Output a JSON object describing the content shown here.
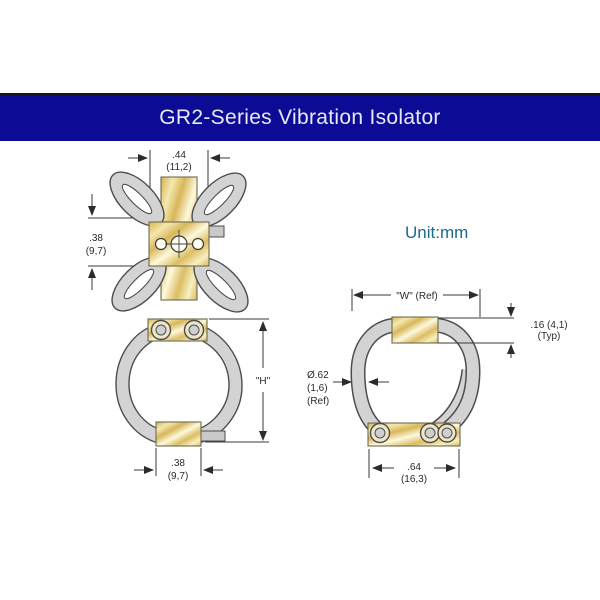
{
  "banner": {
    "title": "GR2-Series Vibration Isolator"
  },
  "drawing": {
    "unit_label": "Unit:mm",
    "top_view": {
      "width_in": ".44",
      "width_mm": "(11,2)",
      "height_in": ".38",
      "height_mm": "(9,7)"
    },
    "front_view": {
      "height_ref": "\"H\"",
      "base_in": ".38",
      "base_mm": "(9,7)"
    },
    "side_view": {
      "width_ref": "\"W\" (Ref)",
      "block_in": ".16 (4,1)",
      "block_typ": "(Typ)",
      "wire_dia": "Ø.62",
      "wire_mm": "(1,6)",
      "wire_ref": "(Ref)",
      "base_in": ".64",
      "base_mm": "(16,3)"
    }
  },
  "colors": {
    "banner_bg": "#0b0b96",
    "banner_top_line": "#161616",
    "banner_text": "#e9e9f7",
    "unit_text": "#1a6a90",
    "brass": "#e0c169",
    "brass_highlight": "#fdf8d8",
    "wire_gray": "#d3d3d3",
    "outline_gray": "#4d4d4d",
    "dimension_ink": "#2b2b2b"
  }
}
